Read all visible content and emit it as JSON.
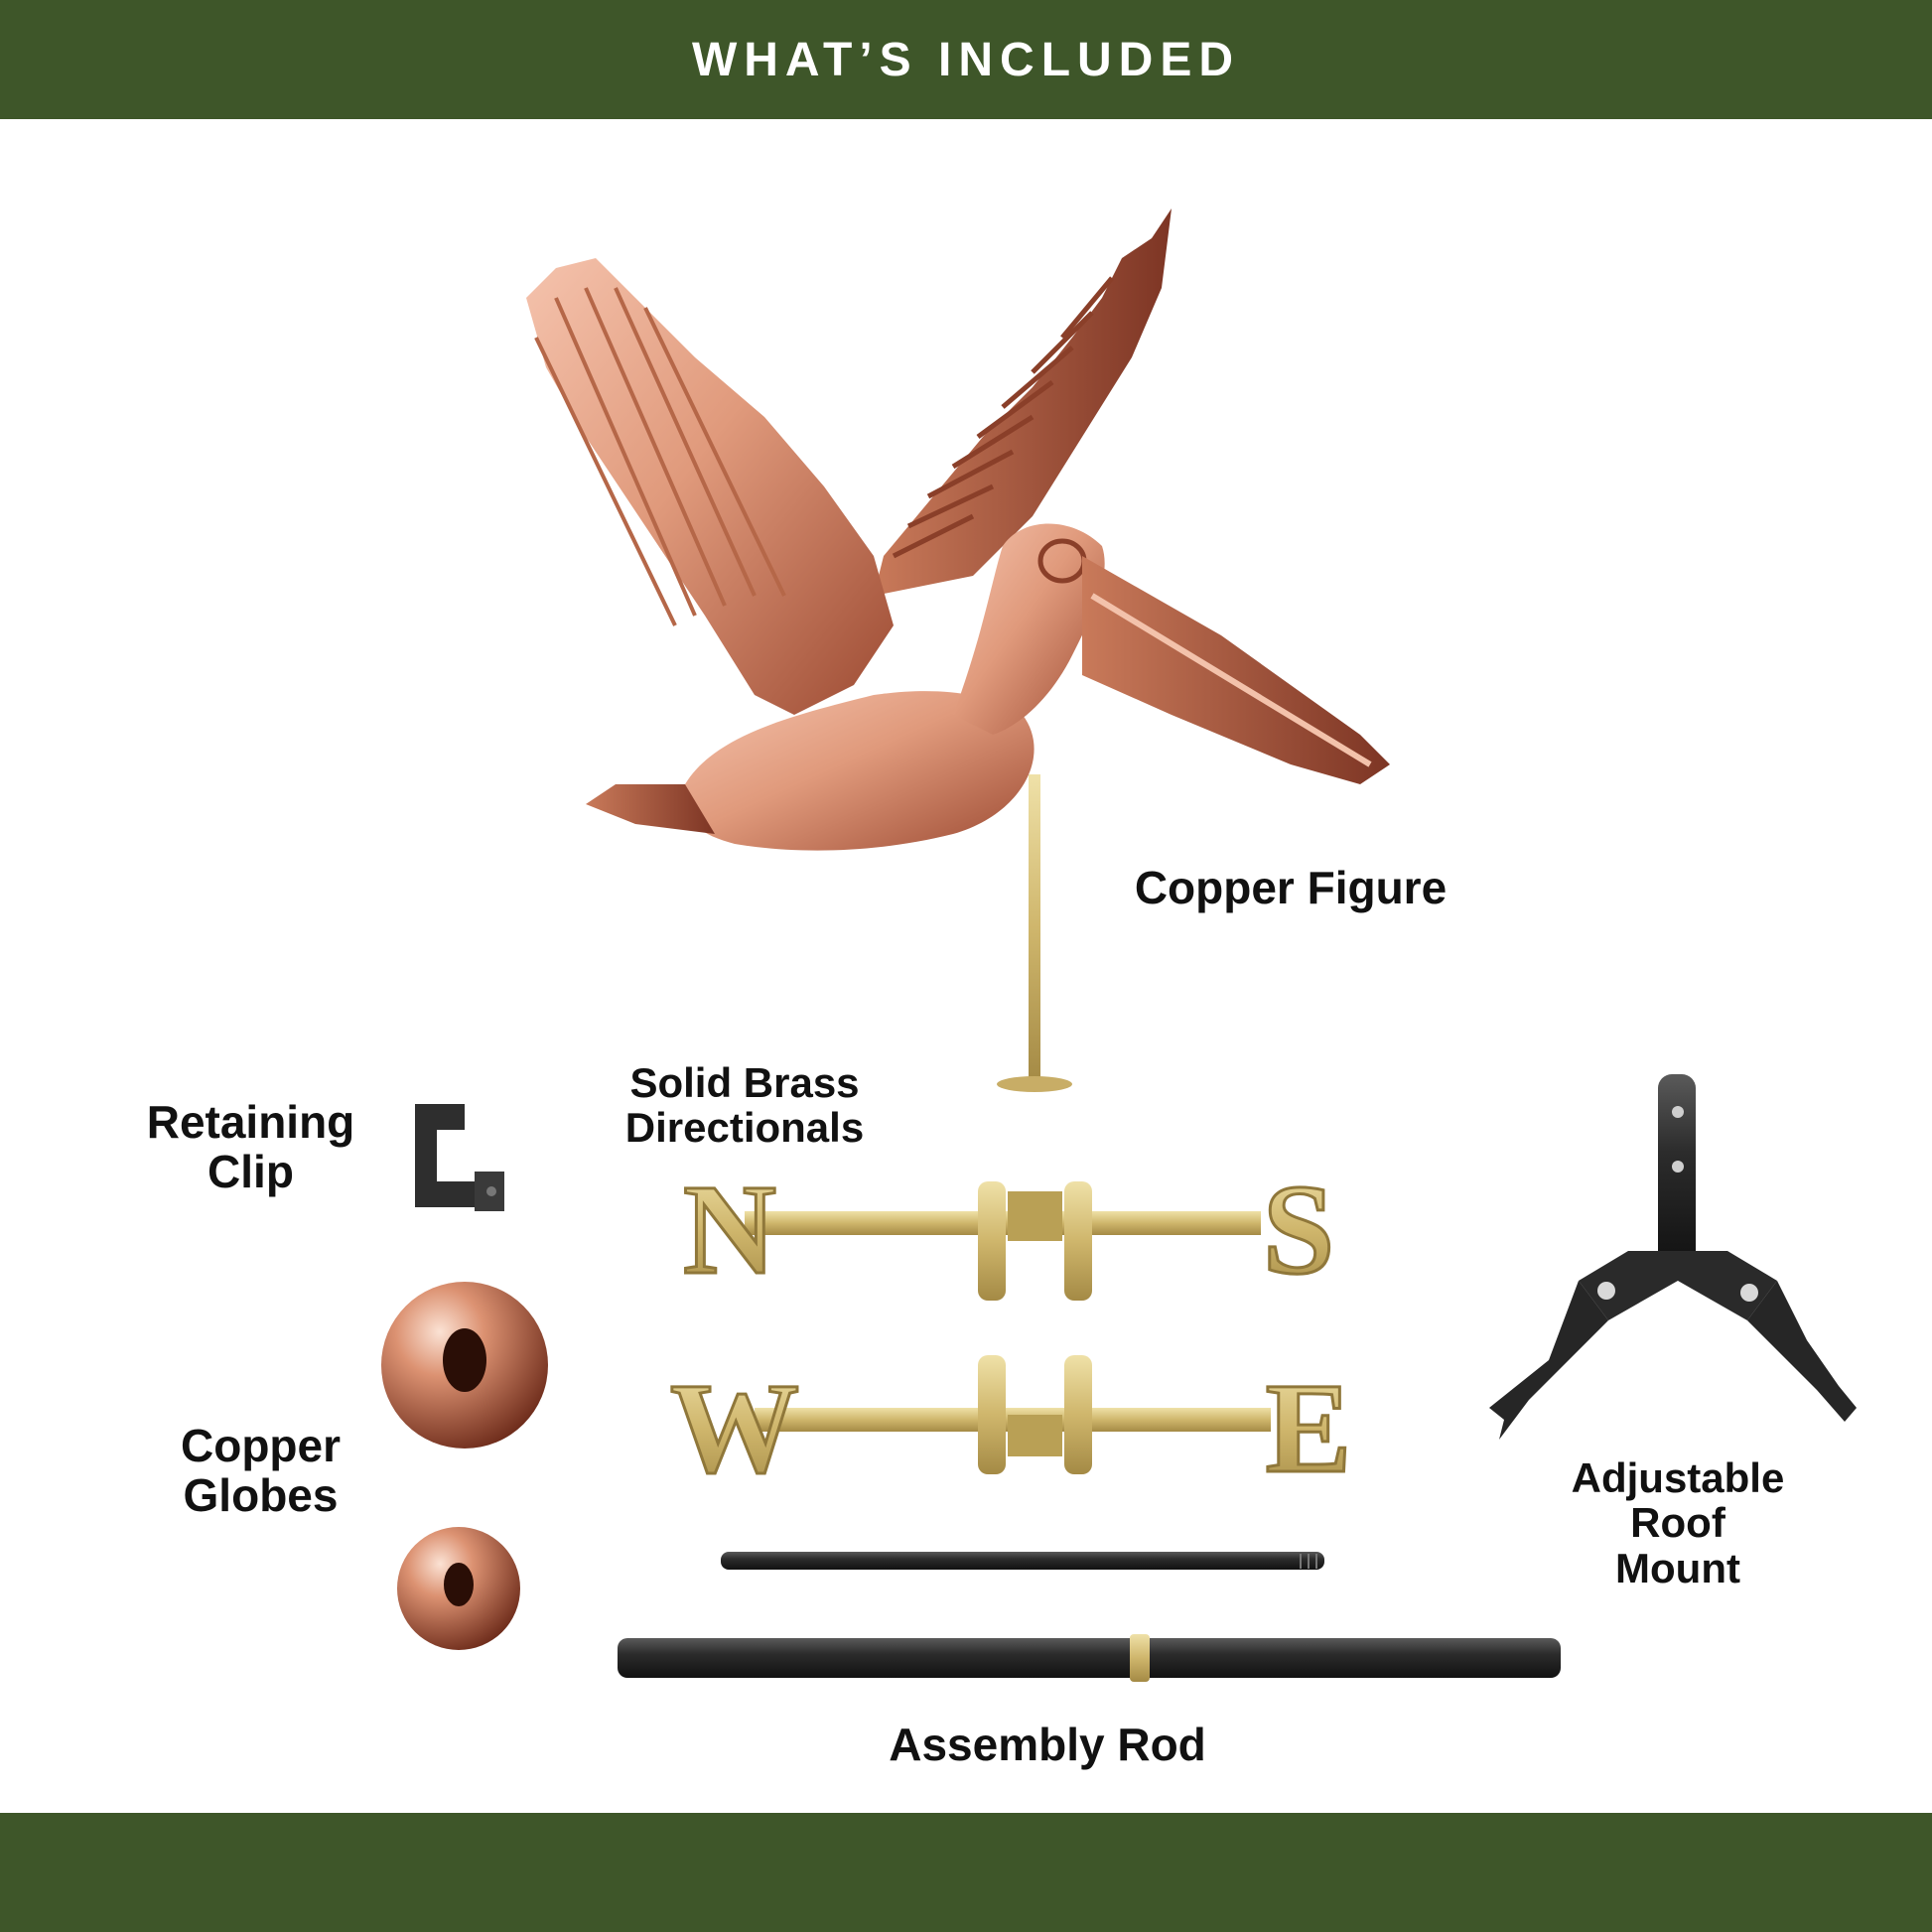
{
  "header": {
    "title": "WHAT’S INCLUDED"
  },
  "items": {
    "copper_figure": "Copper Figure",
    "solid_brass_directionals": "Solid Brass\nDirectionals",
    "retaining_clip": "Retaining\nClip",
    "copper_globes": "Copper\nGlobes",
    "adjustable_roof_mount": "Adjustable\nRoof\nMount",
    "assembly_rod": "Assembly Rod"
  },
  "directional_letters": {
    "north": "N",
    "south": "S",
    "west": "W",
    "east": "E"
  },
  "colors": {
    "band": "#3e5629",
    "copper": "#d98e6e",
    "brass": "#d8c27a",
    "iron": "#2f2f2f"
  }
}
